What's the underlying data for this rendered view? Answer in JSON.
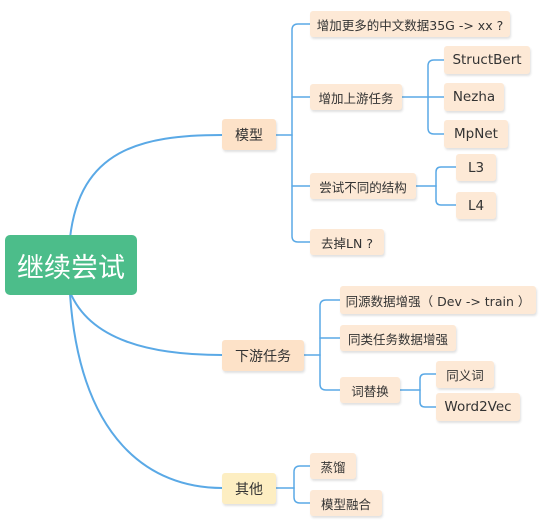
{
  "root": "继续尝试",
  "branches": {
    "model": {
      "label": "模型",
      "items": {
        "more_data": "增加更多的中文数据35G -> xx ?",
        "upstream": "增加上游任务",
        "structbert": "StructBert",
        "nezha": "Nezha",
        "mpnet": "MpNet",
        "structure": "尝试不同的结构",
        "l3": "L3",
        "l4": "L4",
        "remove_ln": "去掉LN ?"
      }
    },
    "downstream": {
      "label": "下游任务",
      "items": {
        "same_source": "同源数据增强（ Dev -> train ）",
        "similar_task": "同类任务数据增强",
        "replace": "词替换",
        "synonym": "同义词",
        "word2vec": "Word2Vec"
      }
    },
    "other": {
      "label": "其他",
      "items": {
        "distill": "蒸馏",
        "fusion": "模型融合"
      }
    }
  },
  "colors": {
    "link": "#5aa9e6",
    "root": "#4cbd8a",
    "node": "#fde2c8",
    "other_node": "#fdeec2"
  }
}
